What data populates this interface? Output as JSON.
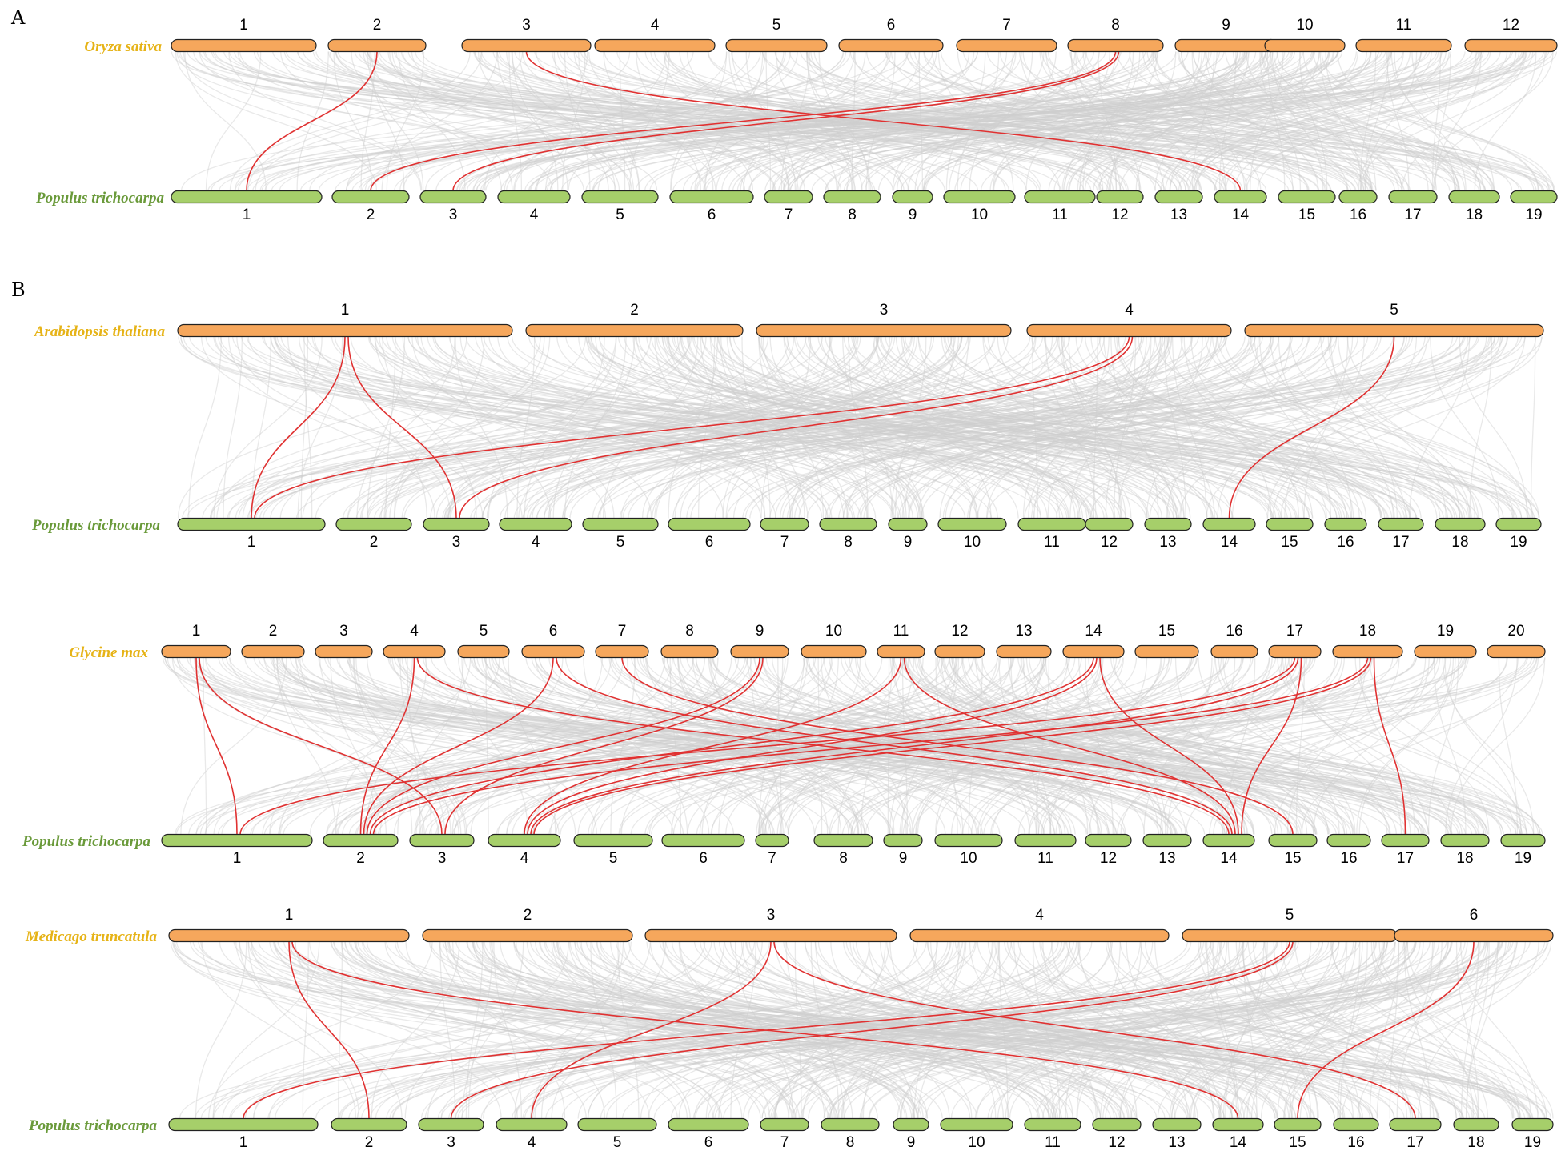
{
  "colors": {
    "top_bar": "#f6a75c",
    "bottom_bar": "#a6cf6a",
    "top_label": "#e6b317",
    "bottom_label": "#6a9a3a",
    "grey_link": "#cfcfcf",
    "red_link": "#e03232"
  },
  "panels": [
    {
      "letter": "A",
      "pairs": [
        {
          "top_species": "Oryza sativa",
          "bottom_species": "Populus trichocarpa",
          "top_chromosomes": [
            "1",
            "2",
            "3",
            "4",
            "5",
            "6",
            "7",
            "8",
            "9",
            "10",
            "11",
            "12"
          ],
          "bottom_chromosomes": [
            "1",
            "2",
            "3",
            "4",
            "5",
            "6",
            "7",
            "8",
            "9",
            "10",
            "11",
            "12",
            "13",
            "14",
            "15",
            "16",
            "17",
            "18",
            "19"
          ],
          "syntenic_links": [
            {
              "top": "2",
              "bottom": "1"
            },
            {
              "top": "3",
              "bottom": "14"
            },
            {
              "top": "8",
              "bottom": "2"
            },
            {
              "top": "8",
              "bottom": "3"
            }
          ]
        }
      ]
    },
    {
      "letter": "B",
      "pairs": [
        {
          "top_species": "Arabidopsis thaliana",
          "bottom_species": "Populus trichocarpa",
          "top_chromosomes": [
            "1",
            "2",
            "3",
            "4",
            "5"
          ],
          "bottom_chromosomes": [
            "1",
            "2",
            "3",
            "4",
            "5",
            "6",
            "7",
            "8",
            "9",
            "10",
            "11",
            "12",
            "13",
            "14",
            "15",
            "16",
            "17",
            "18",
            "19"
          ],
          "syntenic_links": [
            {
              "top": "1",
              "bottom": "1"
            },
            {
              "top": "1",
              "bottom": "3"
            },
            {
              "top": "4",
              "bottom": "1"
            },
            {
              "top": "4",
              "bottom": "3"
            },
            {
              "top": "5",
              "bottom": "14"
            }
          ]
        },
        {
          "top_species": "Glycine max",
          "bottom_species": "Populus trichocarpa",
          "top_chromosomes": [
            "1",
            "2",
            "3",
            "4",
            "5",
            "6",
            "7",
            "8",
            "9",
            "10",
            "11",
            "12",
            "13",
            "14",
            "15",
            "16",
            "17",
            "18",
            "19",
            "20"
          ],
          "bottom_chromosomes": [
            "1",
            "2",
            "3",
            "4",
            "5",
            "6",
            "7",
            "8",
            "9",
            "10",
            "11",
            "12",
            "13",
            "14",
            "15",
            "16",
            "17",
            "18",
            "19"
          ],
          "syntenic_links": [
            {
              "top": "1",
              "bottom": "1"
            },
            {
              "top": "1",
              "bottom": "3"
            },
            {
              "top": "4",
              "bottom": "2"
            },
            {
              "top": "4",
              "bottom": "14"
            },
            {
              "top": "6",
              "bottom": "2"
            },
            {
              "top": "6",
              "bottom": "14"
            },
            {
              "top": "7",
              "bottom": "15"
            },
            {
              "top": "9",
              "bottom": "2"
            },
            {
              "top": "9",
              "bottom": "3"
            },
            {
              "top": "11",
              "bottom": "4"
            },
            {
              "top": "11",
              "bottom": "14"
            },
            {
              "top": "14",
              "bottom": "2"
            },
            {
              "top": "14",
              "bottom": "4"
            },
            {
              "top": "14",
              "bottom": "14"
            },
            {
              "top": "17",
              "bottom": "1"
            },
            {
              "top": "17",
              "bottom": "4"
            },
            {
              "top": "17",
              "bottom": "14"
            },
            {
              "top": "18",
              "bottom": "2"
            },
            {
              "top": "18",
              "bottom": "4"
            },
            {
              "top": "18",
              "bottom": "17"
            }
          ]
        },
        {
          "top_species": "Medicago truncatula",
          "bottom_species": "Populus trichocarpa",
          "top_chromosomes": [
            "1",
            "2",
            "3",
            "4",
            "5",
            "6"
          ],
          "bottom_chromosomes": [
            "1",
            "2",
            "3",
            "4",
            "5",
            "6",
            "7",
            "8",
            "9",
            "10",
            "11",
            "12",
            "13",
            "14",
            "15",
            "16",
            "17",
            "18",
            "19"
          ],
          "syntenic_links": [
            {
              "top": "1",
              "bottom": "2"
            },
            {
              "top": "1",
              "bottom": "14"
            },
            {
              "top": "3",
              "bottom": "4"
            },
            {
              "top": "3",
              "bottom": "17"
            },
            {
              "top": "5",
              "bottom": "1"
            },
            {
              "top": "5",
              "bottom": "3"
            },
            {
              "top": "6",
              "bottom": "15"
            }
          ]
        }
      ]
    }
  ]
}
